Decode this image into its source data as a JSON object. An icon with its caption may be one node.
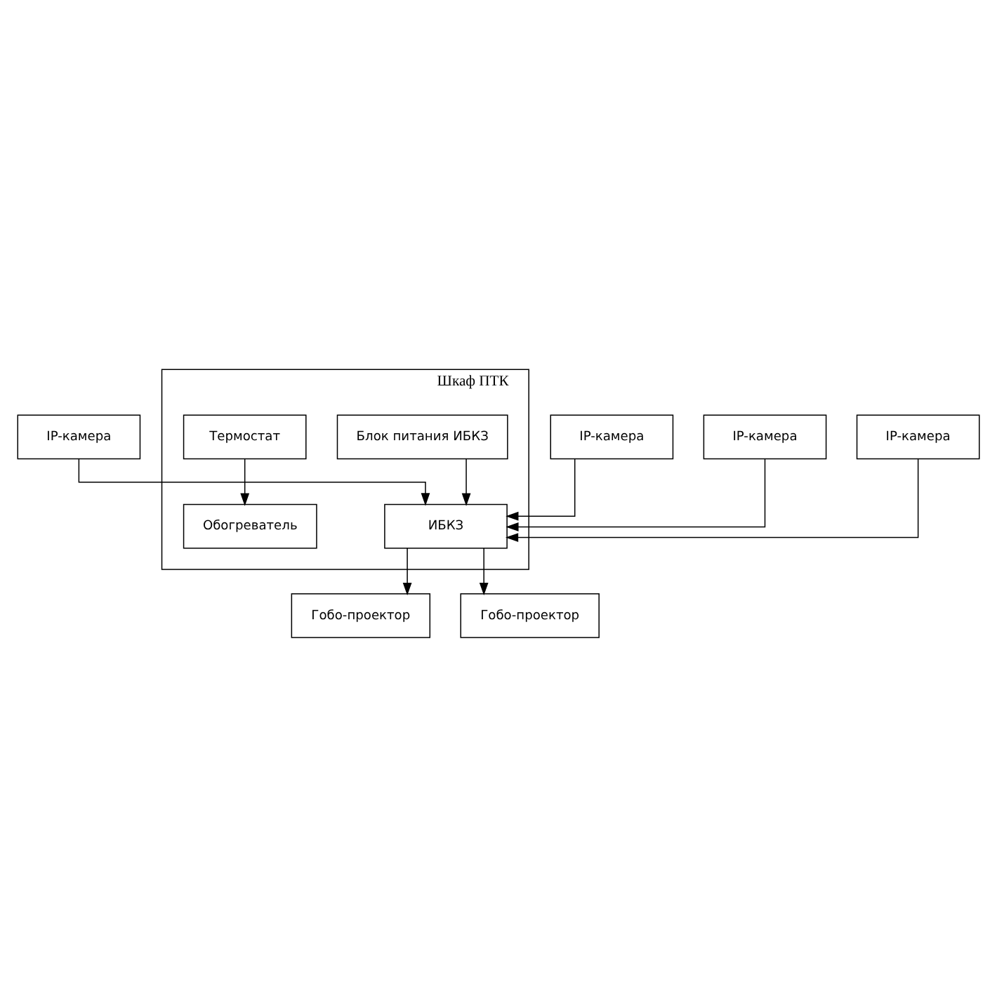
{
  "diagram": {
    "nodes": [
      {
        "text": [
          "IP-камера"
        ]
      },
      {
        "text": [
          "IP-камера"
        ]
      },
      {
        "text": [
          "IP-камера"
        ]
      },
      {
        "text": [
          "IP-камера"
        ]
      },
      {
        "text": [
          "Шкаф ПТК"
        ]
      },
      {
        "text": [
          "Блок питания ИБКЗ"
        ],
        "in": 4
      },
      {
        "text": [
          "ИБКЗ"
        ],
        "in": 4
      },
      {
        "text": [
          "Термостат"
        ],
        "in": 4
      },
      {
        "text": [
          "Обогреватель"
        ],
        "in": 4
      },
      {
        "text": [
          "Гобо-проектор"
        ]
      },
      {
        "text": [
          "Гобо-проектор"
        ]
      }
    ],
    "edges": [
      {
        "from": 0,
        "to": 6,
        "arrow": "to"
      },
      {
        "from": 1,
        "to": 6,
        "arrow": "to"
      },
      {
        "from": 2,
        "to": 6,
        "arrow": "to"
      },
      {
        "from": 3,
        "to": 6,
        "arrow": "to"
      },
      {
        "from": 5,
        "to": 6,
        "arrow": "to"
      },
      {
        "from": 7,
        "to": 8,
        "arrow": "to"
      },
      {
        "from": 6,
        "to": 9,
        "arrow": "to"
      },
      {
        "from": 6,
        "to": 10,
        "arrow": "to"
      }
    ]
  }
}
